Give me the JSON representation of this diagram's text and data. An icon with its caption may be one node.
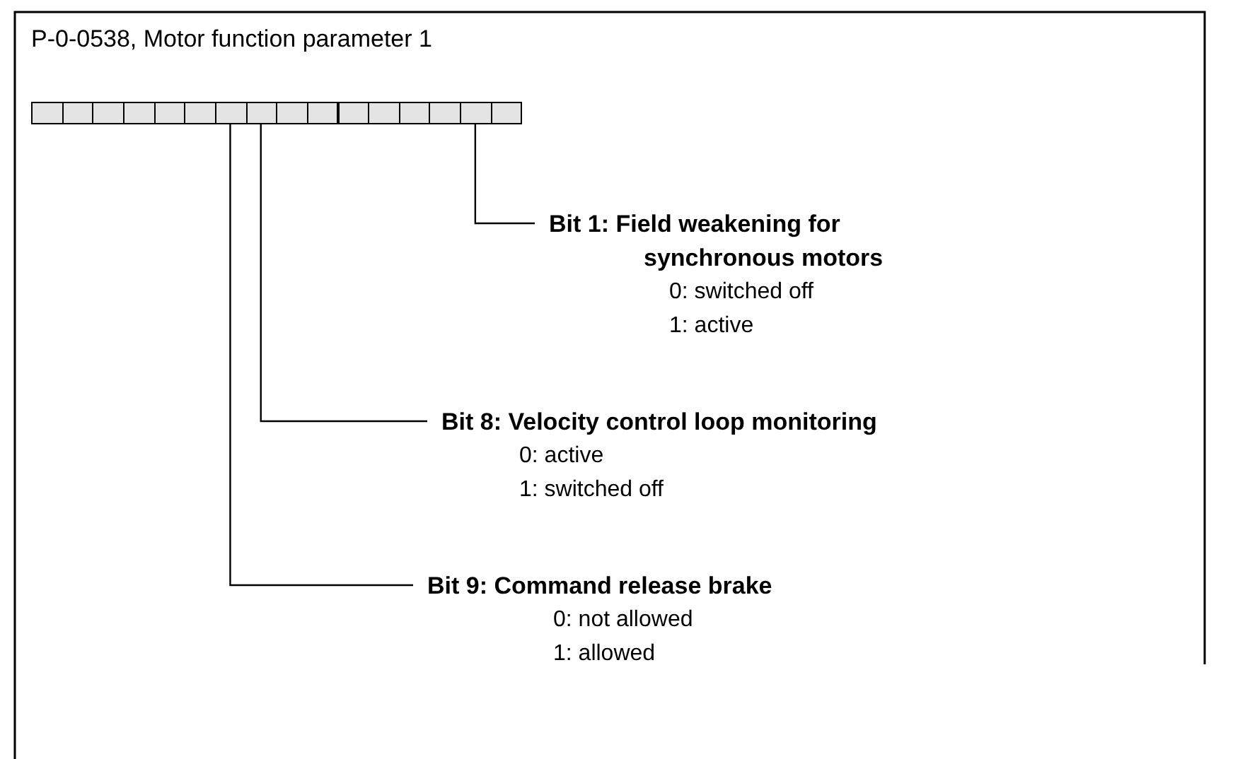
{
  "diagram": {
    "title": "P-0-0538, Motor function parameter 1",
    "nodes": [
      {
        "text": [],
        "shape": "box"
      },
      {
        "text": [],
        "shape": "box"
      },
      {
        "text": [],
        "shape": "box"
      },
      {
        "text": [],
        "shape": "box"
      },
      {
        "text": [],
        "shape": "box"
      },
      {
        "text": [],
        "shape": "box"
      },
      {
        "text": [],
        "shape": "box"
      },
      {
        "text": [],
        "shape": "box"
      },
      {
        "text": [],
        "shape": "box"
      },
      {
        "text": [],
        "shape": "box"
      },
      {
        "text": [],
        "shape": "box"
      },
      {
        "text": [],
        "shape": "box"
      },
      {
        "text": [],
        "shape": "box"
      },
      {
        "text": [],
        "shape": "box"
      },
      {
        "text": [],
        "shape": "box"
      },
      {
        "text": [],
        "shape": "box"
      },
      {
        "text": [
          "Bit 1: Field weakening for synchronous motors",
          "0: switched off",
          "1: active"
        ]
      },
      {
        "text": [
          "Bit 8: Velocity control loop monitoring",
          "0: active",
          "1: switched off"
        ]
      },
      {
        "text": [
          "Bit 9: Command release brake",
          "0: not allowed",
          "1: allowed"
        ]
      }
    ],
    "edges": [
      {
        "from": 14,
        "to": 16,
        "arrow": "none"
      },
      {
        "from": 7,
        "to": 17,
        "arrow": "none"
      },
      {
        "from": 6,
        "to": 18,
        "arrow": "none"
      }
    ]
  }
}
